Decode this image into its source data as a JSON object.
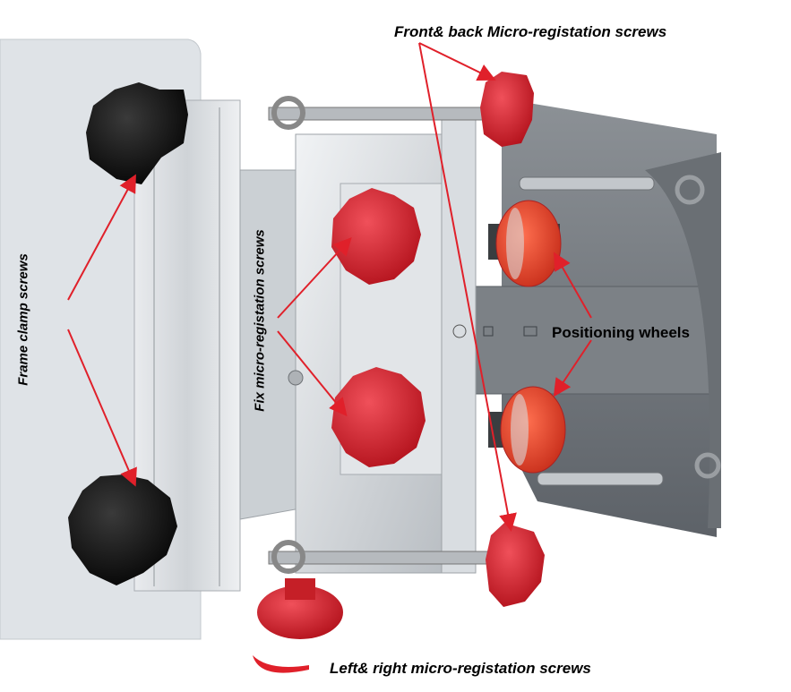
{
  "labels": {
    "front_back": "Front& back Micro-registation screws",
    "frame_clamp": "Frame clamp screws",
    "fix_micro": "Fix micro-registation screws",
    "positioning": "Positioning wheels",
    "left_right": "Left& right micro-registation screws"
  },
  "colors": {
    "knob_red": "#d0202a",
    "knob_black": "#151515",
    "arrow_red": "#e0202a",
    "wheel_orange": "#e8442a",
    "frame_gray": "#6f7479",
    "metal": "#c9ccd0"
  }
}
